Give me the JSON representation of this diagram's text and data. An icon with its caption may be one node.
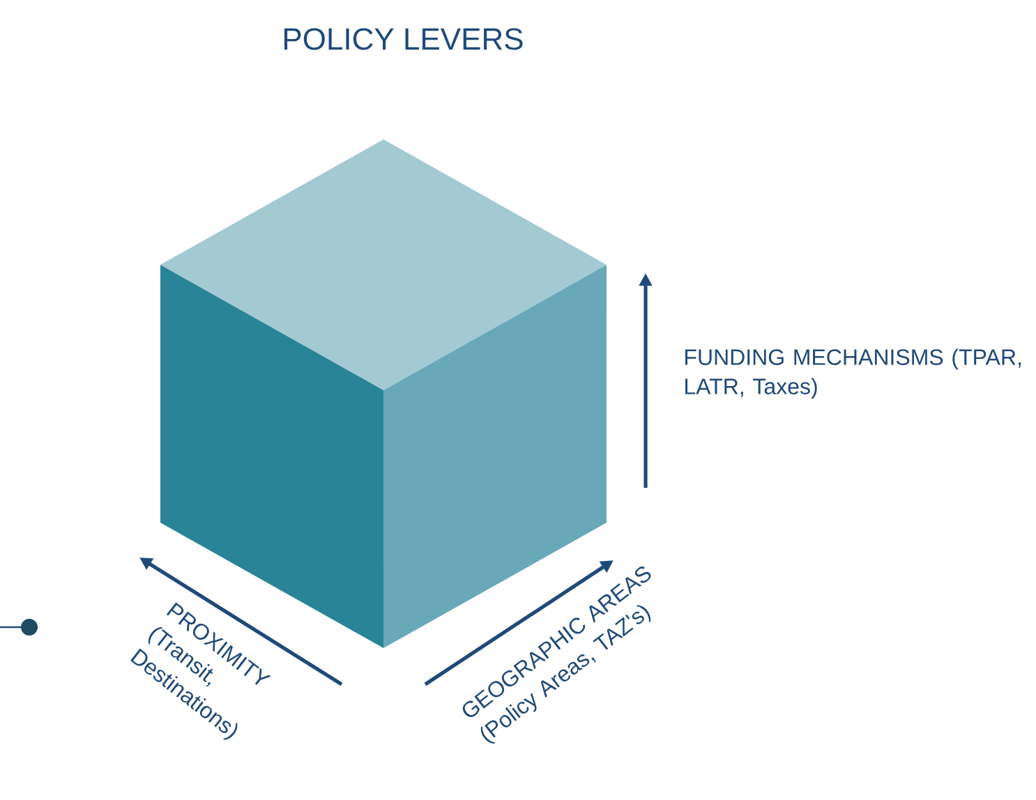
{
  "diagram": {
    "title": "POLICY LEVERS",
    "labels": [
      "FUNDING MECHANISMS (TPAR, LATR, Taxes)",
      "PROXIMITY (Transit, Destinations)",
      "GEOGRAPHIC AREAS (Policy Areas, TAZ's)"
    ]
  }
}
